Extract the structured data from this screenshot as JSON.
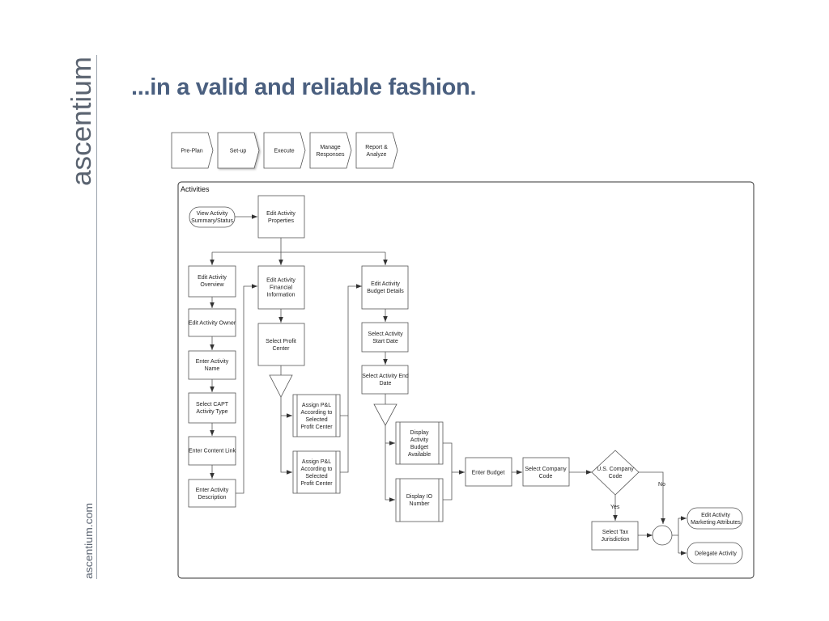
{
  "brand": {
    "name": "ascentium",
    "website": "ascentium.com"
  },
  "slide": {
    "title": "...in a valid and reliable fashion."
  },
  "colors": {
    "title": "#4a5f7f",
    "brand": "#5a6370",
    "line": "#555555"
  },
  "phases": [
    "Pre-Plan",
    "Set-up",
    "Execute",
    "Manage\nResponses",
    "Report &\nAnalyze"
  ],
  "active_phase": "Set-up",
  "activities_label": "Activities",
  "nodes": {
    "view_summary": "View Activity\nSummary/Status",
    "edit_properties": "Edit Activity\nProperties",
    "edit_overview": "Edit Activity\nOverview",
    "edit_owner": "Edit Activity Owner",
    "enter_name": "Enter Activity\nName",
    "select_type": "Select CAPT\nActivity Type",
    "content_link": "Enter Content Link",
    "enter_description": "Enter Activity\nDescription",
    "edit_financial": "Edit Activity\nFinancial\nInformation",
    "select_profit_center": "Select Profit\nCenter",
    "assign_pl_1": "Assign P&L\nAccording to\nSelected\nProfit Center",
    "assign_pl_2": "Assign P&L\nAccording to\nSelected\nProfit Center",
    "edit_budget_details": "Edit Activity\nBudget Details",
    "select_start_date": "Select Activity\nStart Date",
    "select_end_date": "Select Activity End\nDate",
    "display_budget": "Display\nActivity\nBudget\nAvailable",
    "display_io": "Display IO\nNumber",
    "enter_budget": "Enter Budget",
    "select_company_code": "Select Company\nCode",
    "us_company_code": "U.S. Company\nCode",
    "select_tax": "Select Tax\nJurisdiction",
    "edit_marketing": "Edit Activity\nMarketing Attributes",
    "delegate": "Delegate Activity"
  },
  "branch_labels": {
    "yes": "Yes",
    "no": "No"
  }
}
